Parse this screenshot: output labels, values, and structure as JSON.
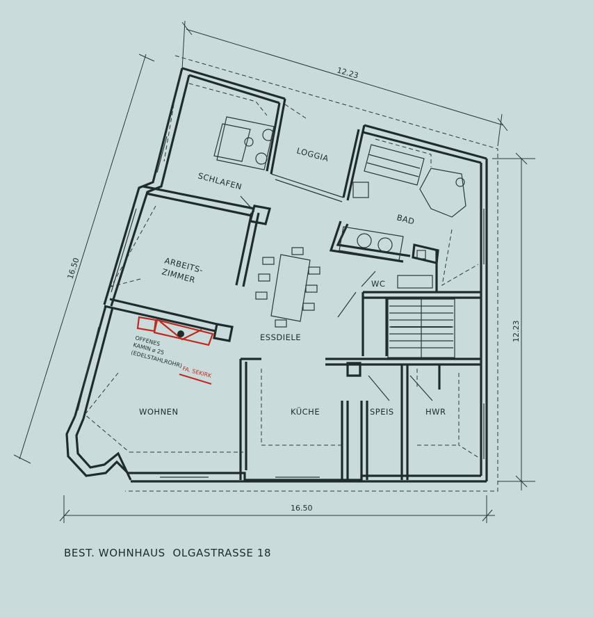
{
  "rooms": {
    "schlafen": "SCHLAFEN",
    "loggia": "LOGGIA",
    "bad": "BAD",
    "arbeitszimmer_1": "ARBEITS-",
    "arbeitszimmer_2": "ZIMMER",
    "wc": "WC",
    "essdiele": "ESSDIELE",
    "wohnen": "WOHNEN",
    "kueche": "KÜCHE",
    "speis": "SPEIS",
    "hwr": "HWR"
  },
  "dimensions": {
    "top": "12.23",
    "right": "12.23",
    "left": "16.50",
    "bottom": "16.50"
  },
  "fireplace": {
    "line1": "OFFENES",
    "line2": "KAMIN ⌀ 25",
    "line3": "(EDELSTAHLROHR)",
    "firm": "FA. SEKIRK"
  },
  "caption": "BEST. WOHNHAUS  OLGASTRASSE 18",
  "colors": {
    "paper": "#c9dcdb",
    "ink": "#1f2b2d",
    "red": "#c02a1e"
  }
}
